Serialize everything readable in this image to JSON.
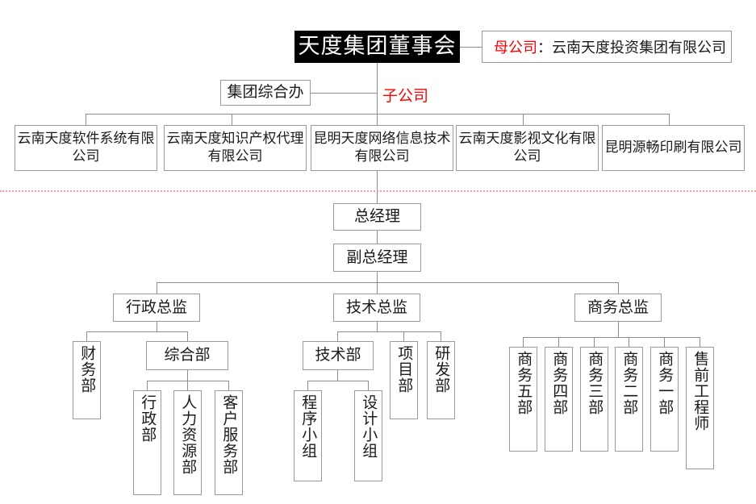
{
  "chart": {
    "title_board": "天度集团董事会",
    "parent_callout": {
      "label": "母公司",
      "separator": "：",
      "company": "云南天度投资集团有限公司"
    },
    "subsidiary_tag": "子公司",
    "group_office": "集团综合办",
    "subsidiaries": [
      "云南天度软件系统有限公司",
      "云南天度知识产权代理有限公司",
      "昆明天度网络信息技术有限公司",
      "云南天度影视文化有限公司",
      "昆明源畅印刷有限公司"
    ],
    "general_manager": "总经理",
    "deputy_general_manager": "副总经理",
    "directors": [
      "行政总监",
      "技术总监",
      "商务总监"
    ],
    "admin_branch": {
      "finance": "财务部",
      "general_affairs": "综合部",
      "general_affairs_children": [
        "行政部",
        "人力资源部",
        "客户服务部"
      ]
    },
    "tech_branch": {
      "tech_dept": "技术部",
      "tech_dept_children": [
        "程序小组",
        "设计小组"
      ],
      "siblings": [
        "项目部",
        "研发部"
      ]
    },
    "business_branch": {
      "departments": [
        "商务五部",
        "商务四部",
        "商务三部",
        "商务二部",
        "商务一部",
        "售前工程师"
      ]
    },
    "colors": {
      "accent_red": "#ff0000",
      "divider": "#f0a0a0",
      "line": "#8d8d8d",
      "board_bg": "#000000"
    }
  }
}
